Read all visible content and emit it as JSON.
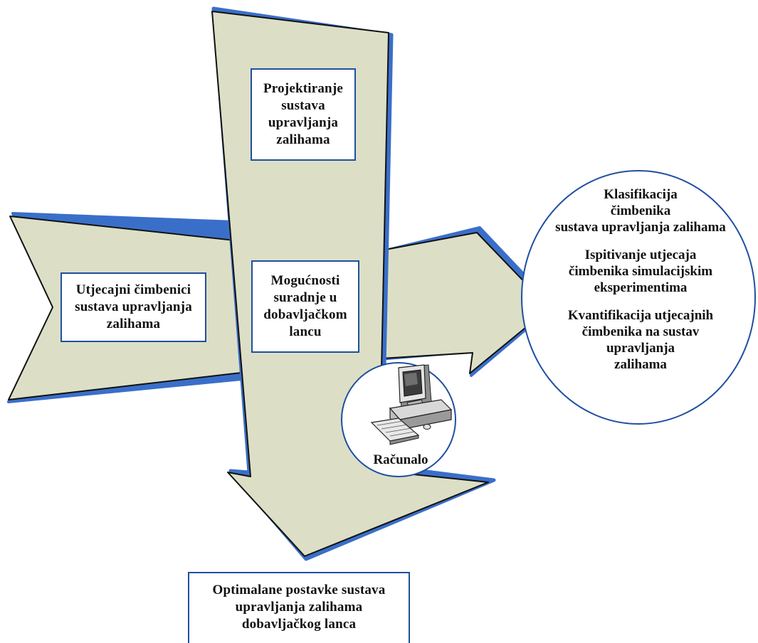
{
  "colors": {
    "arrow_fill": "#dcdfc6",
    "arrow_outline": "#111111",
    "arrow_shadow": "#3a6fc9",
    "box_border": "#1f4fa0",
    "circle_border": "#1f4fa0"
  },
  "boxes": {
    "design": [
      "Projektiranje",
      "sustava",
      "upravljanja",
      "zalihama"
    ],
    "factors": [
      "Utjecajni čimbenici",
      "sustava upravljanja",
      "zalihama"
    ],
    "collaboration": [
      "Mogućnosti",
      "suradnje u",
      "dobavljačkom",
      "lancu"
    ],
    "optimal": [
      "Optimalane postavke sustava",
      "upravljanja zalihama",
      "dobavljačkog lanca"
    ]
  },
  "circle": {
    "classification": [
      "Klasifikacija",
      "čimbenika",
      "sustava upravljanja zalihama"
    ],
    "testing": [
      "Ispitivanje utjecaja",
      "čimbenika simulacijskim",
      "eksperimentima"
    ],
    "quantification": [
      "Kvantifikacija utjecajnih",
      "čimbenika na sustav",
      "upravljanja",
      "zalihama"
    ]
  },
  "computer": {
    "label": "Računalo",
    "icon": "computer-icon"
  }
}
